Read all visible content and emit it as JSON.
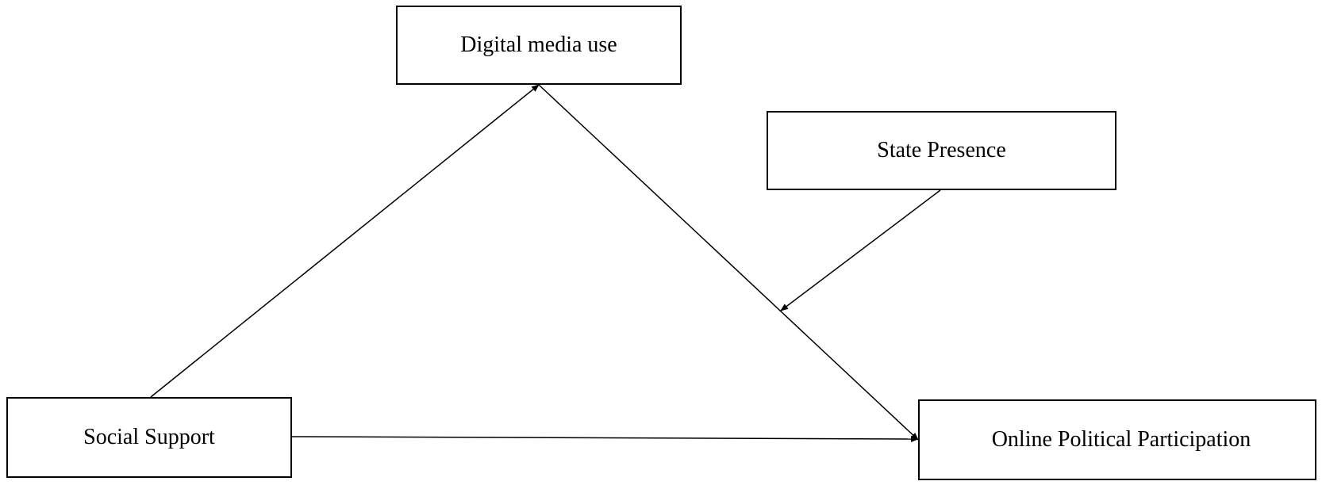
{
  "diagram": {
    "nodes": {
      "digital_media_use": "Digital media use",
      "state_presence": "State Presence",
      "social_support": "Social Support",
      "online_political_participation": "Online Political Participation"
    },
    "edges": [
      {
        "from": "social_support",
        "to": "digital_media_use"
      },
      {
        "from": "digital_media_use",
        "to": "online_political_participation"
      },
      {
        "from": "social_support",
        "to": "online_political_participation"
      },
      {
        "from": "state_presence",
        "to": "digital_media_use→online_political_participation path"
      }
    ],
    "colors": {
      "stroke": "#000000",
      "background": "#ffffff"
    }
  }
}
